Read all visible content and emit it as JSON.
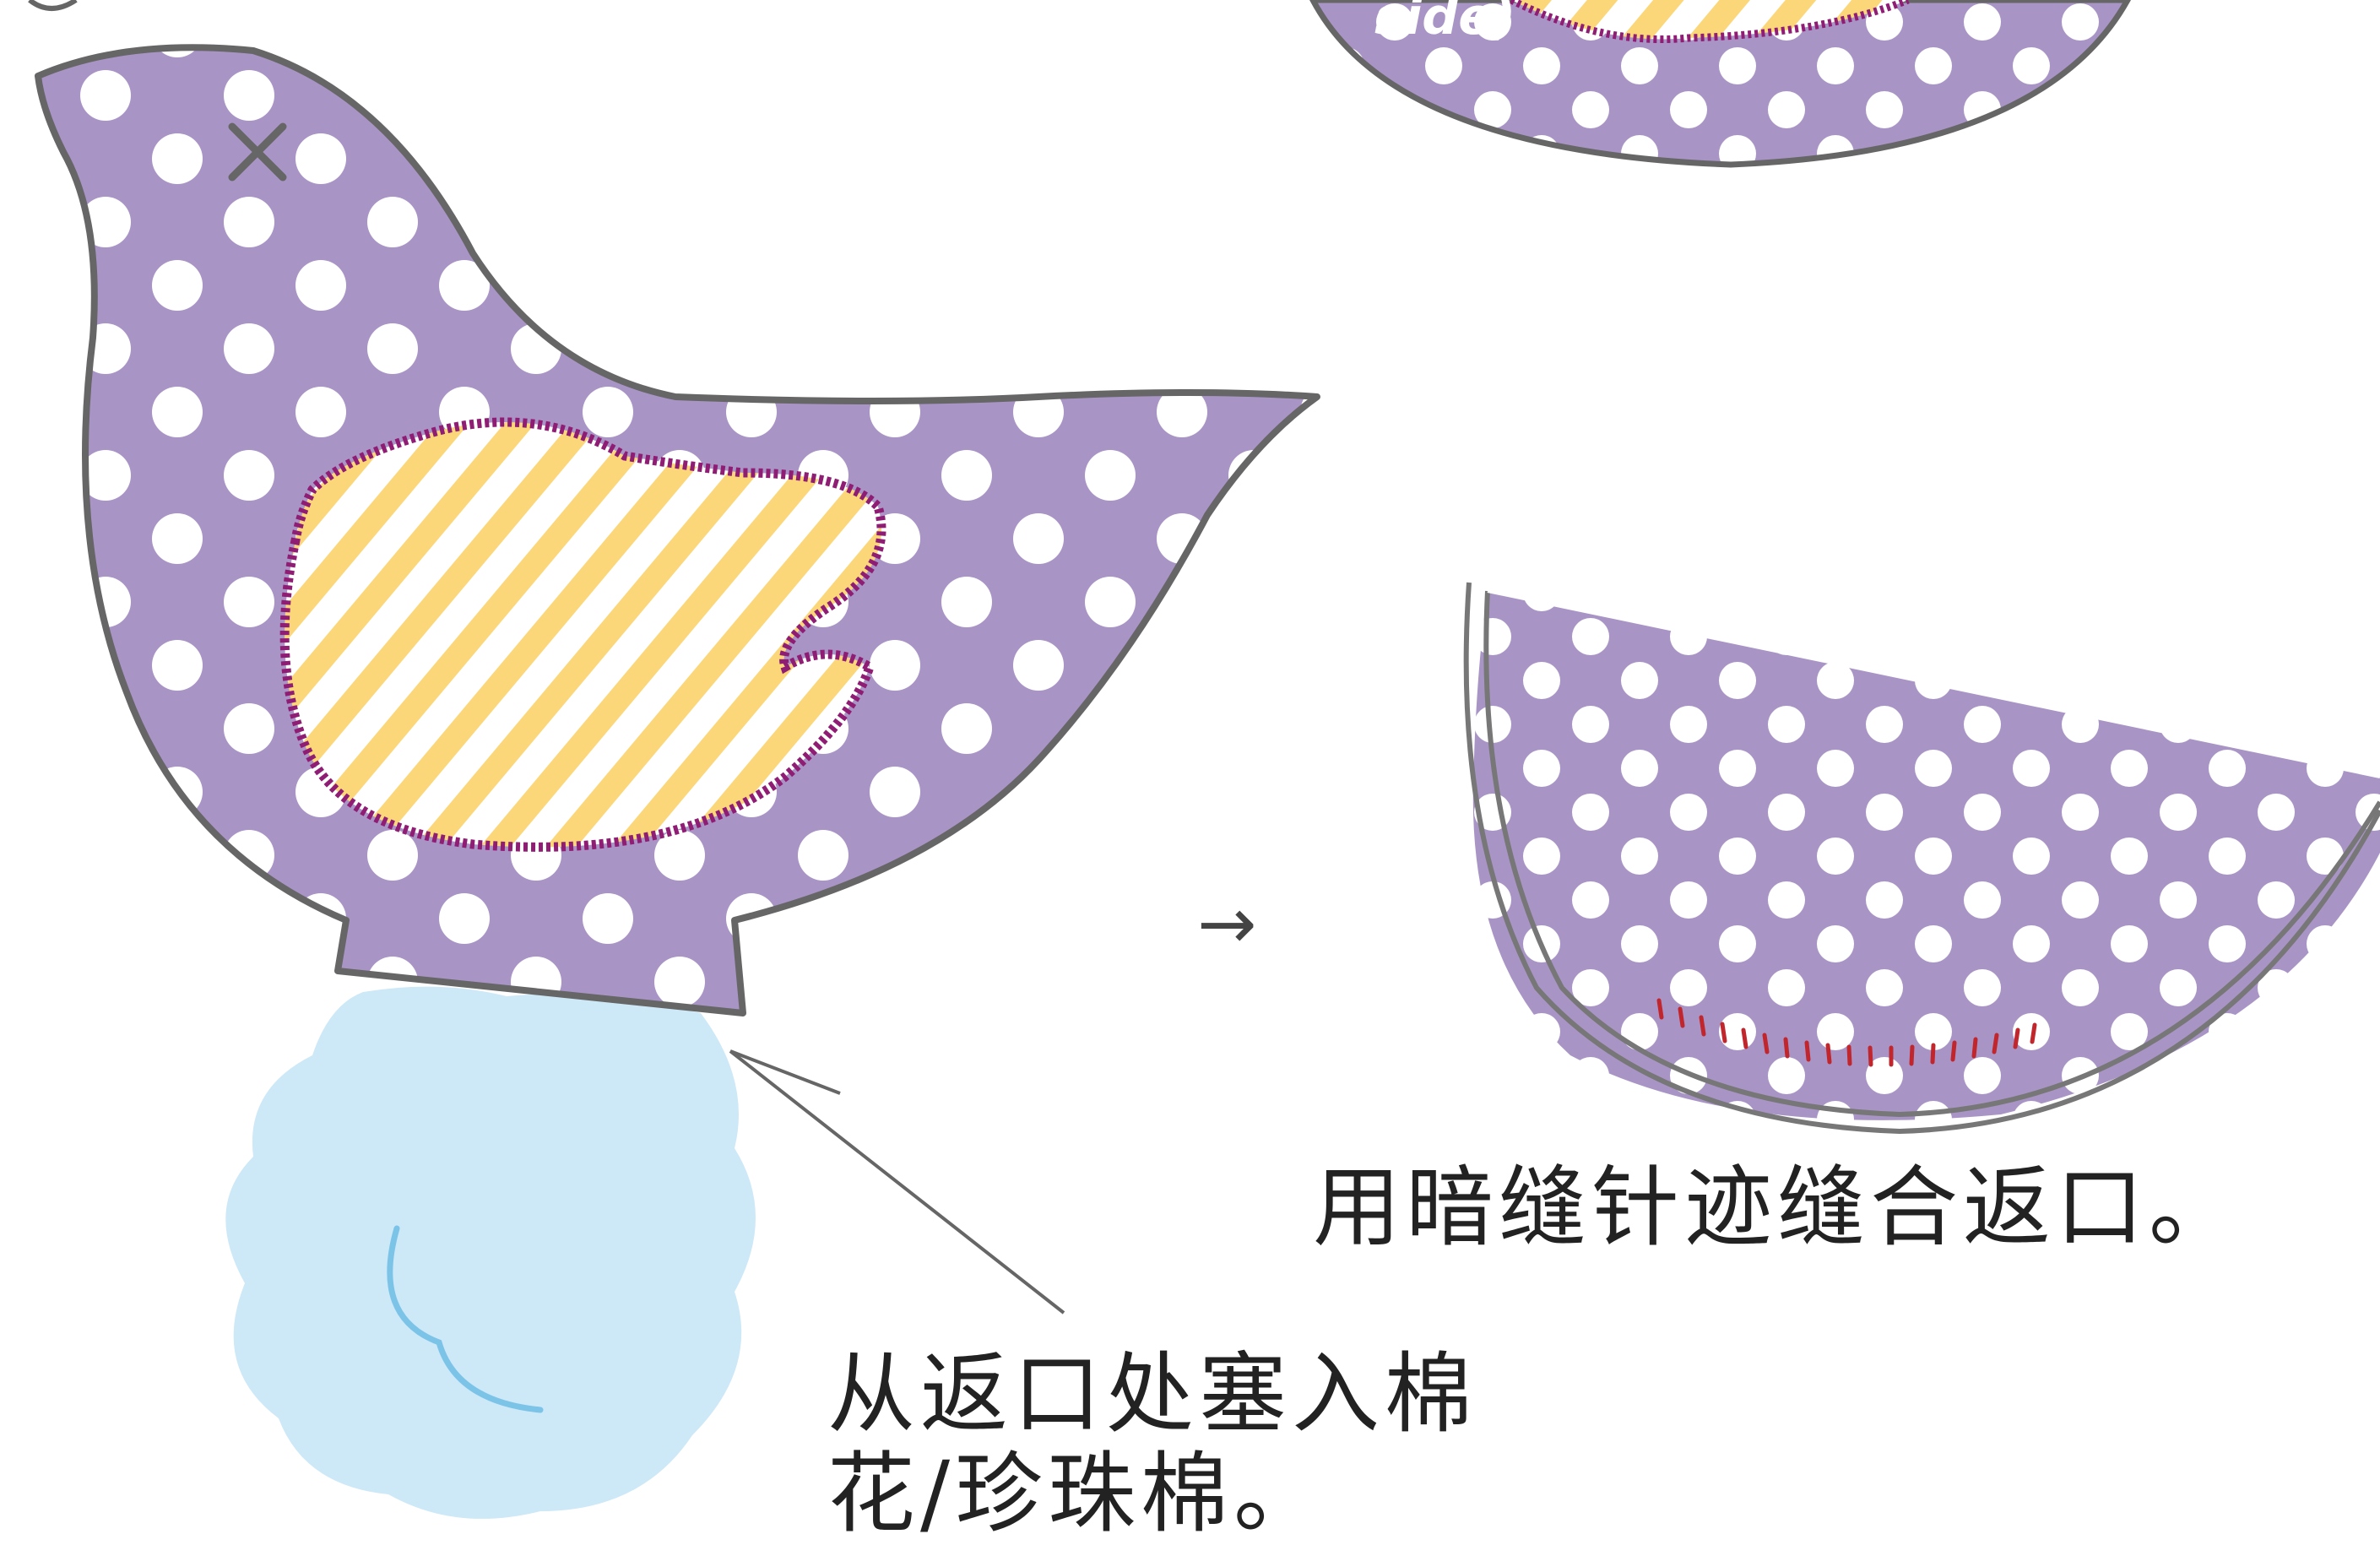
{
  "captions": {
    "sew_opening": "用暗缝针迹缝合返口。",
    "stuff_line1": "从返口处塞入棉",
    "stuff_line2": "花/珍珠棉。"
  },
  "labels": {
    "arrow": "→",
    "partial_word": "side)"
  },
  "colors": {
    "fabric_purple": "#a994c6",
    "dot_white": "#ffffff",
    "outline_gray": "#666666",
    "wing_stripe_yellow": "#fbd77a",
    "wing_trim": "#8f1d74",
    "stuffing_blue": "#cde8f7",
    "stuffing_line": "#7cc3e8",
    "stitch_red": "#c0262c"
  },
  "icons": [
    "pin-cross-icon",
    "arrow-right-icon"
  ]
}
